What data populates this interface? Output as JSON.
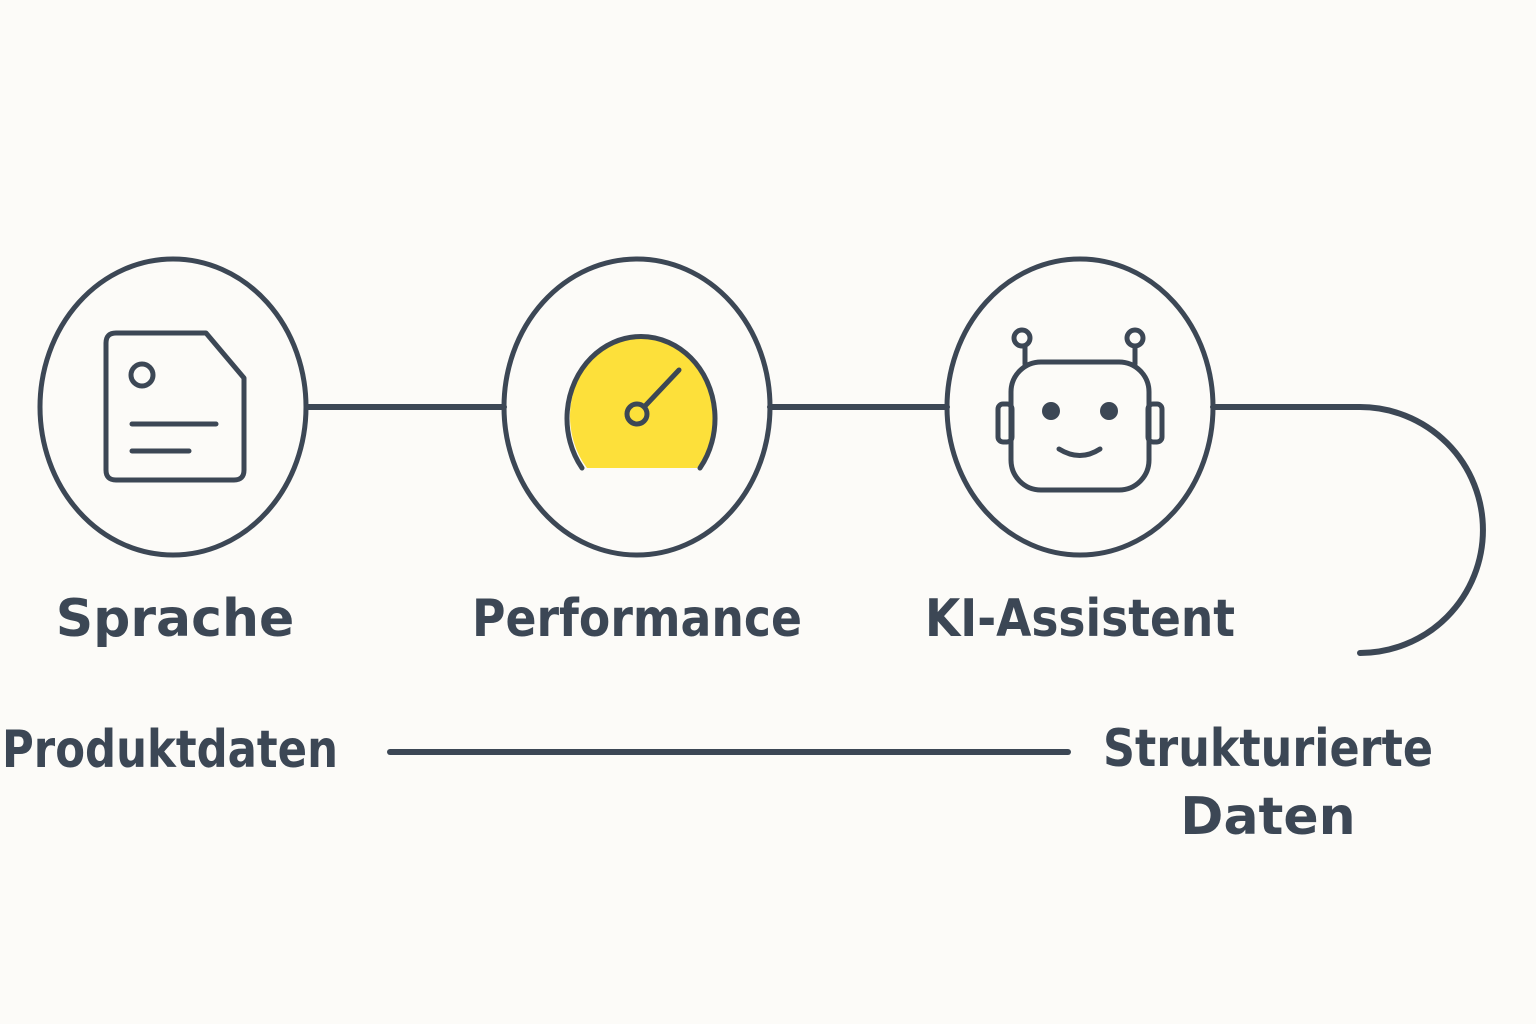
{
  "colors": {
    "background": "#fcfbf8",
    "stroke": "#3c4755",
    "accent": "#fde03a"
  },
  "nodes": [
    {
      "label": "Sprache",
      "icon": "document-icon"
    },
    {
      "label": "Performance",
      "icon": "speedometer-icon"
    },
    {
      "label": "KI-Assistent",
      "icon": "robot-icon"
    }
  ],
  "bottom": {
    "left_label": "Produktdaten",
    "right_label_line1": "Strukturierte",
    "right_label_line2": "Daten"
  }
}
